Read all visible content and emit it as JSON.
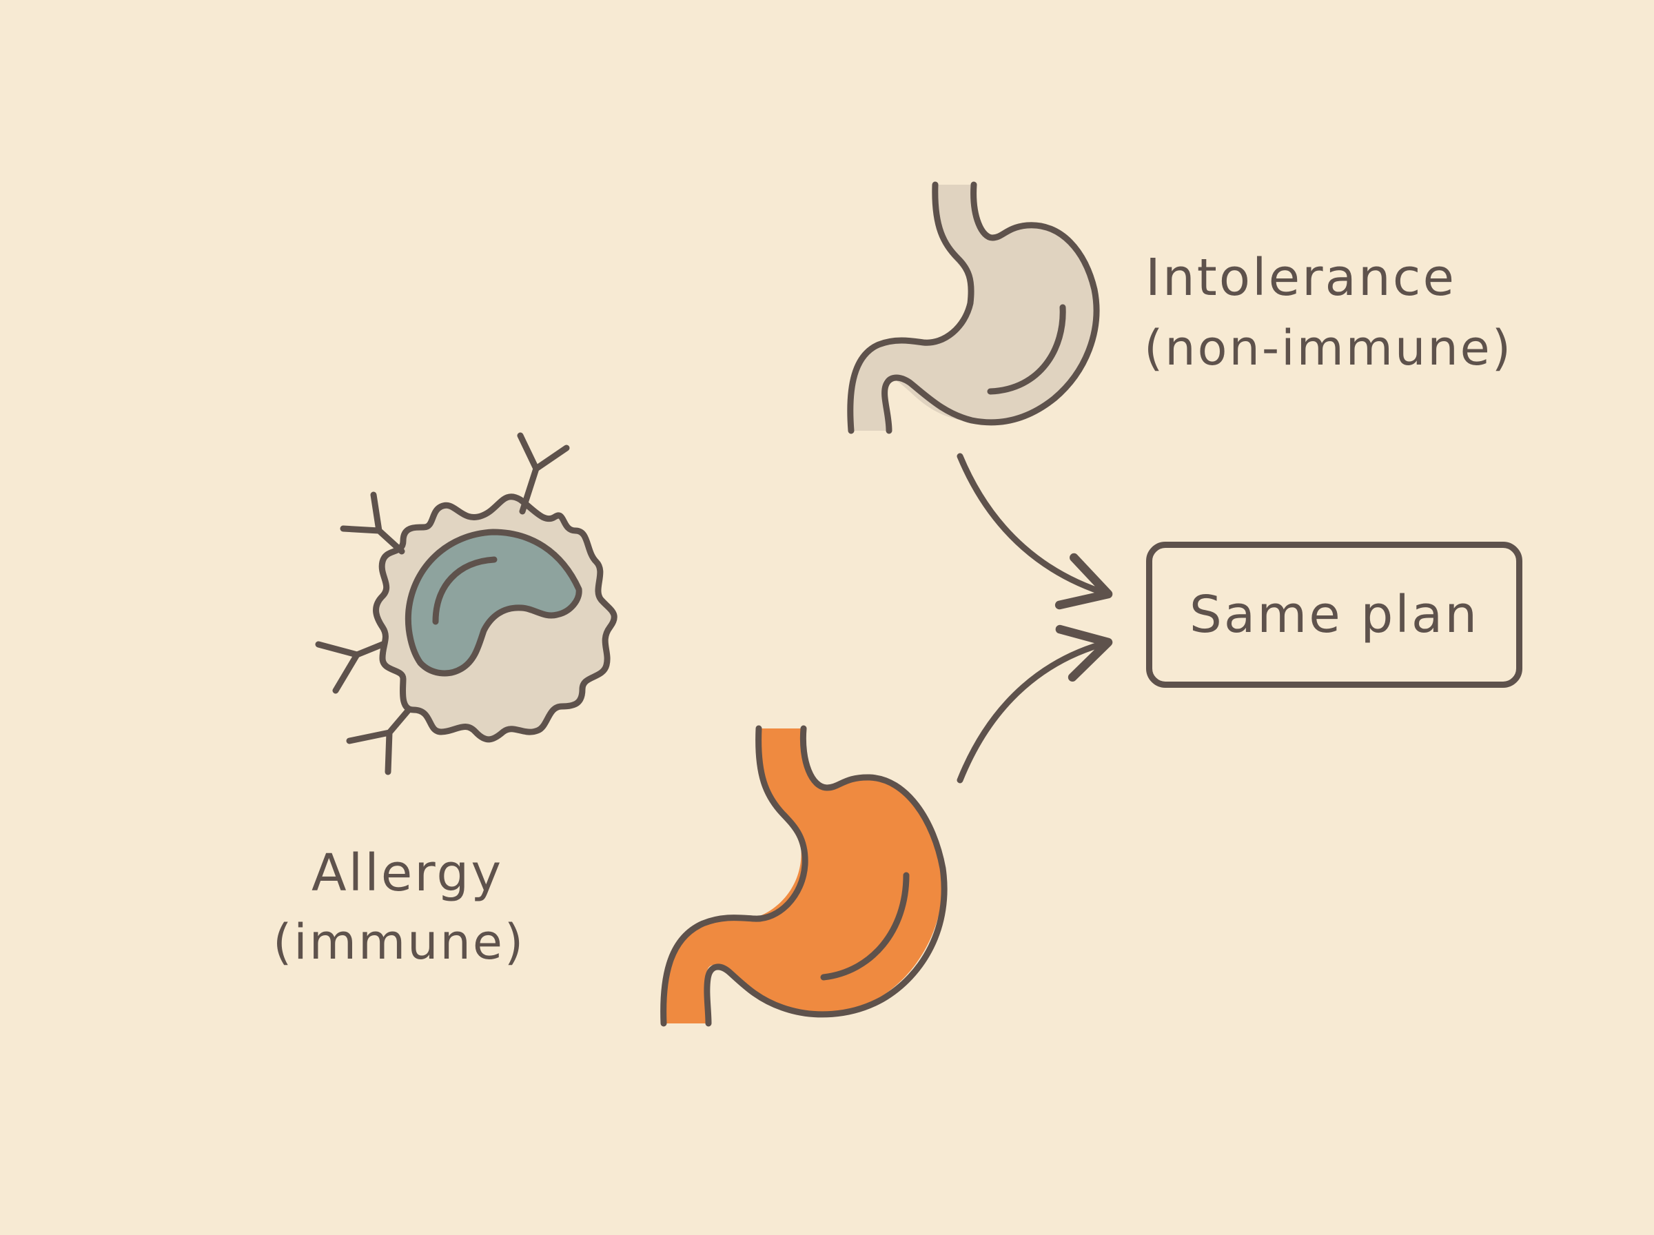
{
  "labels": {
    "intolerance_title": "Intolerance",
    "intolerance_sub": "(non-immune)",
    "allergy_title": "Allergy",
    "allergy_sub": "(immune)",
    "plan": "Same plan"
  },
  "icons": {
    "immune_cell": "immune-cell-icon",
    "stomach_intolerance": "stomach-icon",
    "stomach_allergy": "stomach-icon"
  },
  "colors": {
    "background": "#f7ead3",
    "outline": "#5e524c",
    "stomach_neutral": "#e0d3c0",
    "stomach_allergy": "#ef8a40",
    "cell_body": "#e1d5c2",
    "nucleus": "#8ea39e"
  }
}
